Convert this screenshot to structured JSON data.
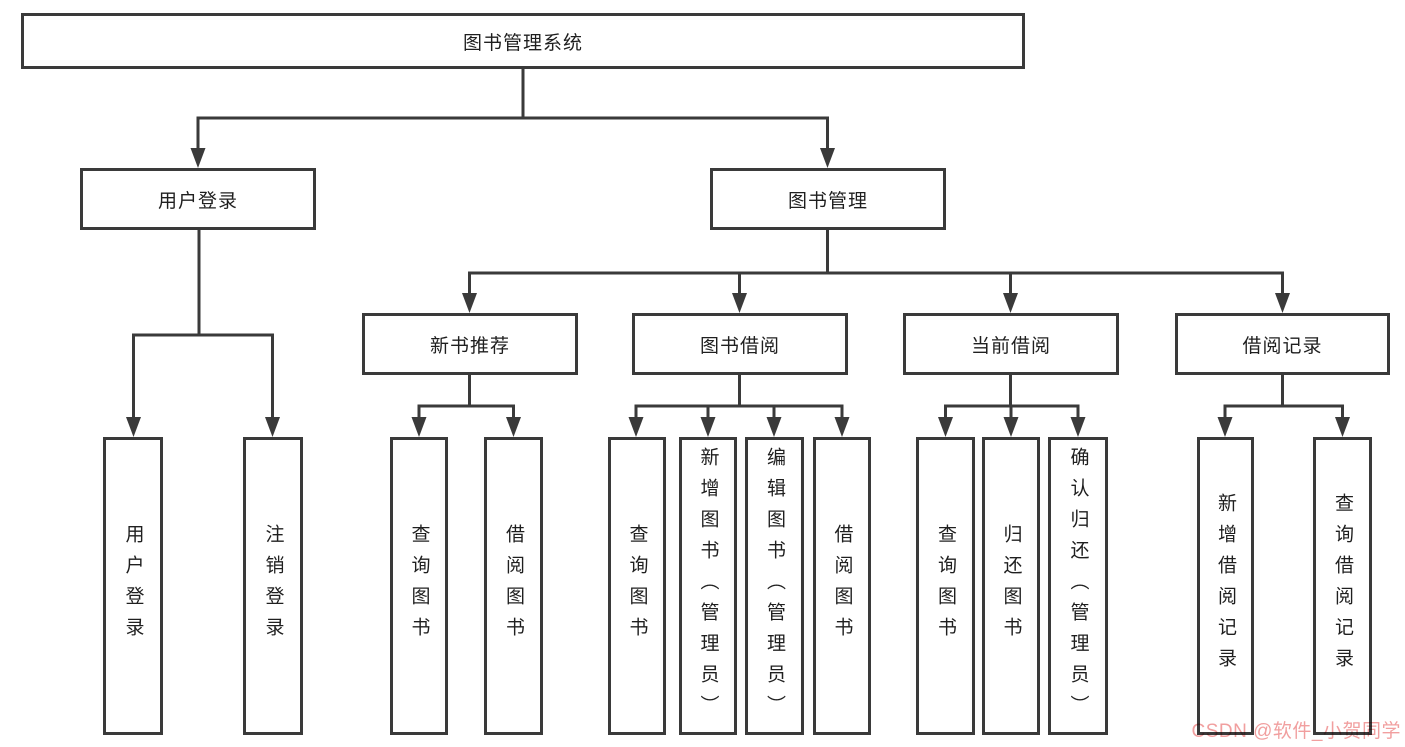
{
  "tree": {
    "label": "图书管理系统",
    "children": [
      {
        "label": "用户登录",
        "children": [
          {
            "label": "用户登录"
          },
          {
            "label": "注销登录"
          }
        ]
      },
      {
        "label": "图书管理",
        "children": [
          {
            "label": "新书推荐",
            "children": [
              {
                "label": "查询图书"
              },
              {
                "label": "借阅图书"
              }
            ]
          },
          {
            "label": "图书借阅",
            "children": [
              {
                "label": "查询图书"
              },
              {
                "label": "新增图书（管理员）"
              },
              {
                "label": "编辑图书（管理员）"
              },
              {
                "label": "借阅图书"
              }
            ]
          },
          {
            "label": "当前借阅",
            "children": [
              {
                "label": "查询图书"
              },
              {
                "label": "归还图书"
              },
              {
                "label": "确认归还（管理员）"
              }
            ]
          },
          {
            "label": "借阅记录",
            "children": [
              {
                "label": "新增借阅记录"
              },
              {
                "label": "查询借阅记录"
              }
            ]
          }
        ]
      }
    ]
  },
  "watermark": {
    "text": "CSDN @软件_小贺同学"
  },
  "colors": {
    "line": "#3a3a3a",
    "text": "#1f1f1f",
    "box_background": "#ffffff",
    "page_background": "#ffffff",
    "watermark": "#f19f9f"
  }
}
